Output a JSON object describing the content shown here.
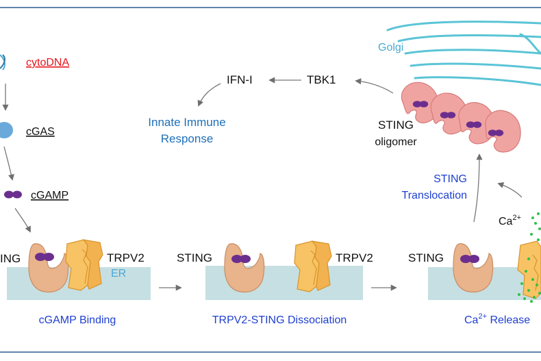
{
  "labels": {
    "cytodna": "cytoDNA",
    "cgas": "cGAS",
    "cgamp": "cGAMP",
    "sting_left": "ING",
    "trpv2_left": "TRPV2",
    "er": "ER",
    "sting_mid": "STING",
    "trpv2_mid": "TRPV2",
    "sting_right": "STING",
    "ca_ion": "Ca",
    "ca_sup": "2+",
    "tbk1": "TBK1",
    "ifn": "IFN-I",
    "innate_line1": "Innate Immune",
    "innate_line2": "Response",
    "golgi": "Golgi",
    "sting_oligomer_line1": "STING",
    "sting_oligomer_line2": "oligomer",
    "translocation_line1": "STING",
    "translocation_line2": "Translocation"
  },
  "captions": {
    "binding": "cGAMP Binding",
    "dissociation": "TRPV2-STING Dissociation",
    "release_prefix": "Ca",
    "release_sup": "2+",
    "release_suffix": " Release"
  },
  "colors": {
    "border": "#2c5b8e",
    "red_label": "#e8121a",
    "blue_text": "#1d6fb8",
    "caption_blue": "#1e3fd0",
    "er_membrane": "#c6dfe2",
    "er_label": "#4aa8d8",
    "golgi_label": "#47a9d6",
    "golgi_stroke": "#5ac4d6",
    "sting_fill": "#e9b38b",
    "sting_stroke": "#c98c62",
    "trpv2_fill": "#f7c364",
    "trpv2_stroke": "#d8932a",
    "trpv2_dark": "#e8a948",
    "oligomer_fill": "#f0a4a2",
    "oligomer_stroke": "#d57a77",
    "cgamp": "#6b2e8e",
    "calcium": "#2ec24a",
    "arrow": "#777777"
  }
}
